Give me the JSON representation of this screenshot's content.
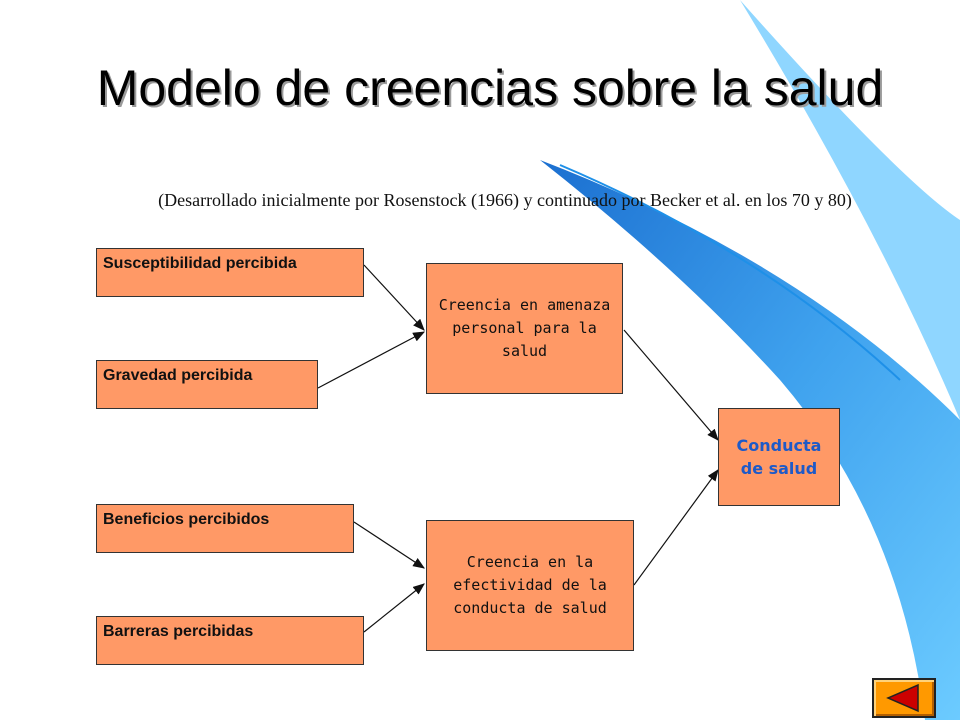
{
  "title": "Modelo de creencias sobre la salud",
  "subtitle": "(Desarrollado inicialmente por Rosenstock (1966) y continuado por Becker et al. en los 70 y 80)",
  "factors": {
    "susceptibilidad": "Susceptibilidad percibida",
    "gravedad": "Gravedad percibida",
    "beneficios": "Beneficios percibidos",
    "barreras": "Barreras percibidas"
  },
  "beliefs": {
    "amenaza": "Creencia en amenaza personal para la salud",
    "efectividad": "Creencia en la efectividad de la conducta de salud"
  },
  "outcome": "Conducta de salud",
  "colors": {
    "box_fill": "#FF9966",
    "outcome_text": "#1E5AC8",
    "swoosh": "#4FB0F0",
    "nav_button": "#FF9900",
    "nav_arrow": "#CC0000"
  },
  "icons": {
    "nav": "back-arrow-icon"
  }
}
